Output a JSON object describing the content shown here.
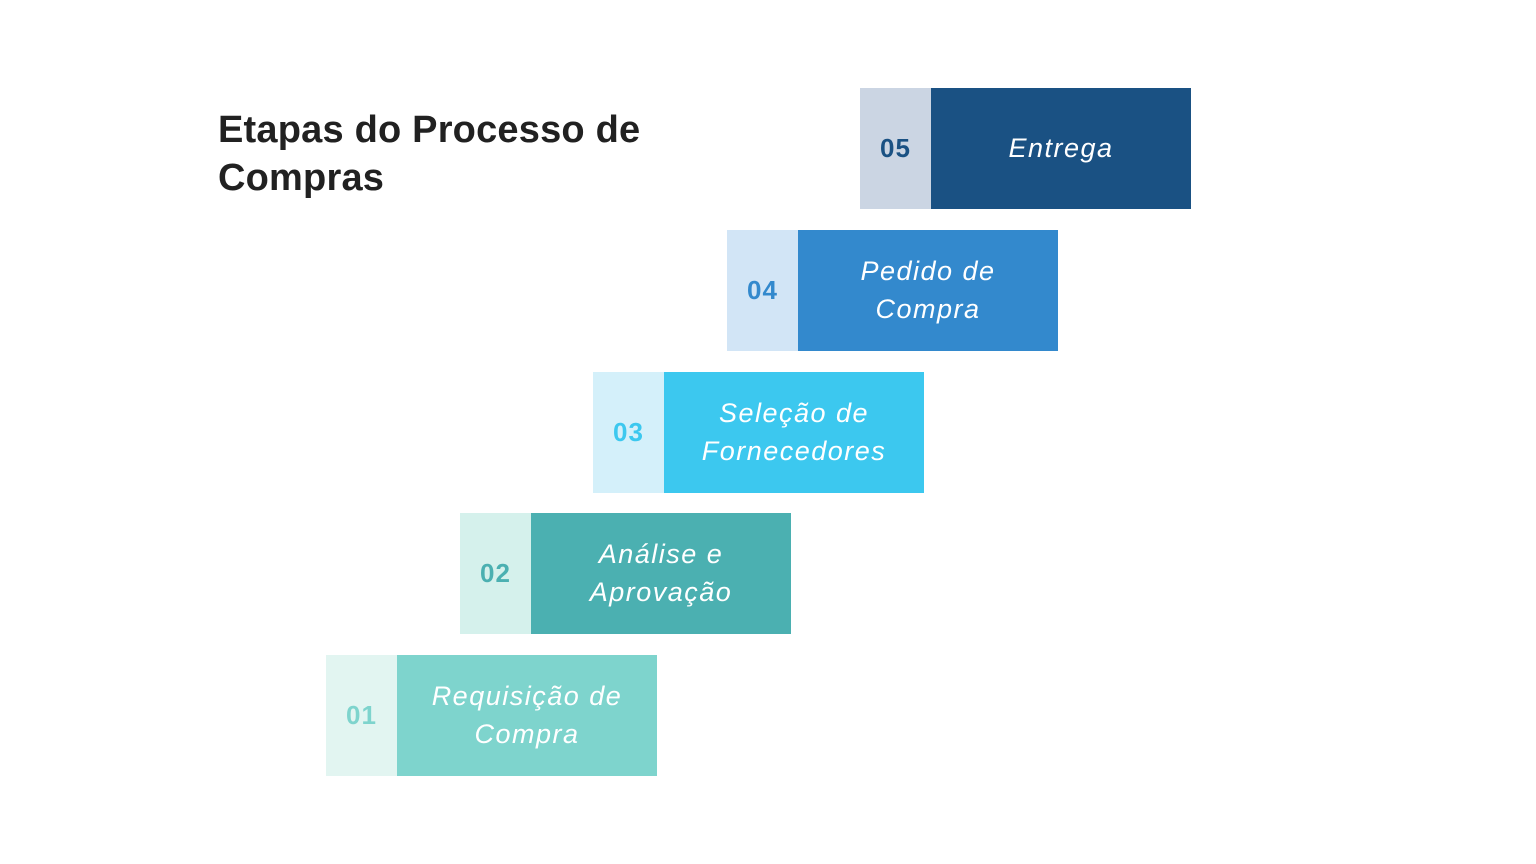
{
  "page": {
    "background_color": "#ffffff"
  },
  "title": {
    "text": "Etapas do Processo de Compras",
    "color": "#212121"
  },
  "steps": [
    {
      "number": "01",
      "label": "Requisição de Compra",
      "main_color": "#7ED4CD",
      "number_bg_color": "#E2F5F1",
      "number_text_color": "#7ED4CD",
      "label_text_color": "#FFFFFF"
    },
    {
      "number": "02",
      "label": "Análise e Aprovação",
      "main_color": "#4BB0B1",
      "number_bg_color": "#D5F1EC",
      "number_text_color": "#4BB0B1",
      "label_text_color": "#FFFFFF"
    },
    {
      "number": "03",
      "label": "Seleção de Fornecedores",
      "main_color": "#3CC8EF",
      "number_bg_color": "#D4F0FA",
      "number_text_color": "#3CC8EF",
      "label_text_color": "#FFFFFF"
    },
    {
      "number": "04",
      "label": "Pedido de Compra",
      "main_color": "#3389CD",
      "number_bg_color": "#D2E5F6",
      "number_text_color": "#3389CD",
      "label_text_color": "#FFFFFF"
    },
    {
      "number": "05",
      "label": "Entrega",
      "main_color": "#1A5183",
      "number_bg_color": "#CBD5E3",
      "number_text_color": "#1A5183",
      "label_text_color": "#FFFFFF"
    }
  ]
}
